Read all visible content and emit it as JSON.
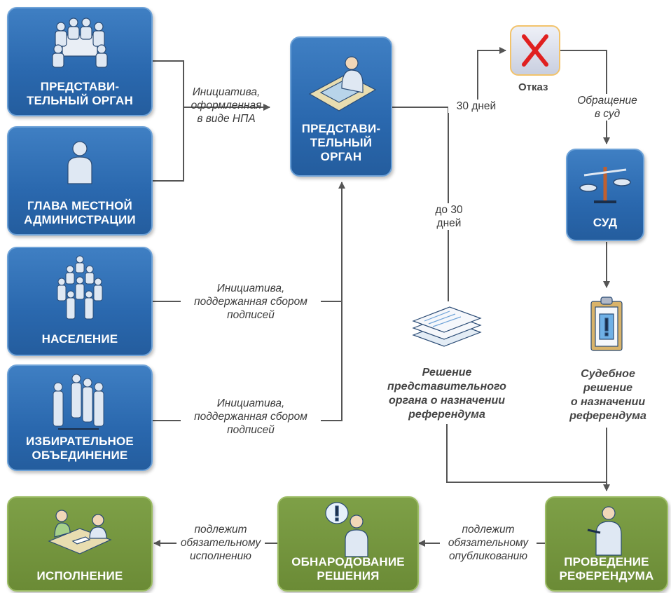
{
  "boxes": {
    "rep_left": "ПРЕДСТАВИ-\nТЕЛЬНЫЙ ОРГАН",
    "head_admin": "ГЛАВА МЕСТНОЙ\nАДМИНИСТРАЦИИ",
    "population": "НАСЕЛЕНИЕ",
    "electoral": "ИЗБИРАТЕЛЬНОЕ\nОБЪЕДИНЕНИЕ",
    "rep_center": "ПРЕДСТАВИ-\nТЕЛЬНЫЙ\nОРГАН",
    "court": "СУД",
    "execution": "ИСПОЛНЕНИЕ",
    "publication": "ОБНАРОДОВАНИЕ\nРЕШЕНИЯ",
    "referendum": "ПРОВЕДЕНИЕ\nРЕФЕРЕНДУМА"
  },
  "notes": {
    "npa": "Инициатива,\nоформленная\nв виде НПА",
    "signatures_1": "Инициатива,\nподдержанная сбором\nподписей",
    "signatures_2": "Инициатива,\nподдержанная сбором\nподписей",
    "days30": "30 дней",
    "upto30": "до 30\nдней",
    "refusal": "Отказ",
    "appeal": "Обращение\nв суд",
    "rep_decision": "Решение\nпредставительного\nоргана о назначении\nреферендума",
    "court_decision": "Судебное\nрешение\nо назначении\nреферендума",
    "must_publish": "подлежит\nобязательному\nопубликованию",
    "must_execute": "подлежит\nобязательному\nисполнению"
  },
  "colors": {
    "blue": "#2a68ae",
    "green": "#6b8b36",
    "line": "#555555",
    "refusal_x": "#e02020"
  },
  "icons": [
    "meeting-people-icon",
    "person-icon",
    "crowd-icon",
    "group-people-icon",
    "person-at-desk-icon",
    "refusal-x-icon",
    "scales-icon",
    "clipboard-exclamation-icon",
    "documents-stack-icon",
    "handshake-desk-icon",
    "speaker-exclamation-icon",
    "presenter-icon"
  ]
}
